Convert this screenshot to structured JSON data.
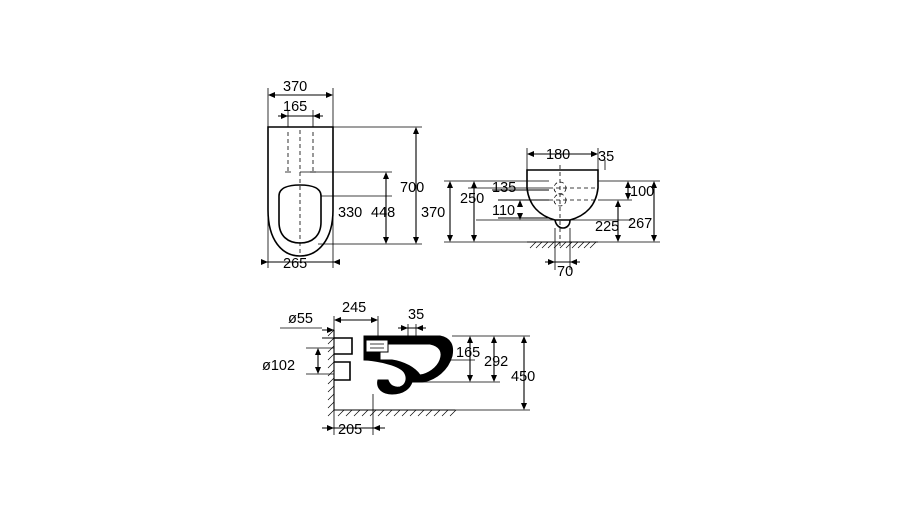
{
  "top_view": {
    "width": "370",
    "fixing_spacing": "165",
    "length": "700",
    "to_outlet": "448",
    "bowl_to_outlet": "330",
    "back_width": "265"
  },
  "front_view": {
    "top_width": "180",
    "offset_right": "35",
    "outlet_height": "370",
    "upper_hole": "250",
    "upper_spacing": "135",
    "lower_spacing": "110",
    "right_upper": "100",
    "right_mid": "225",
    "right_total": "267",
    "outlet_width": "70"
  },
  "side_view": {
    "inlet_diameter": "ø55",
    "outlet_diameter": "ø102",
    "depth": "245",
    "inlet_offset": "35",
    "height_165": "165",
    "height_292": "292",
    "height_450": "450",
    "bottom_depth": "205"
  }
}
